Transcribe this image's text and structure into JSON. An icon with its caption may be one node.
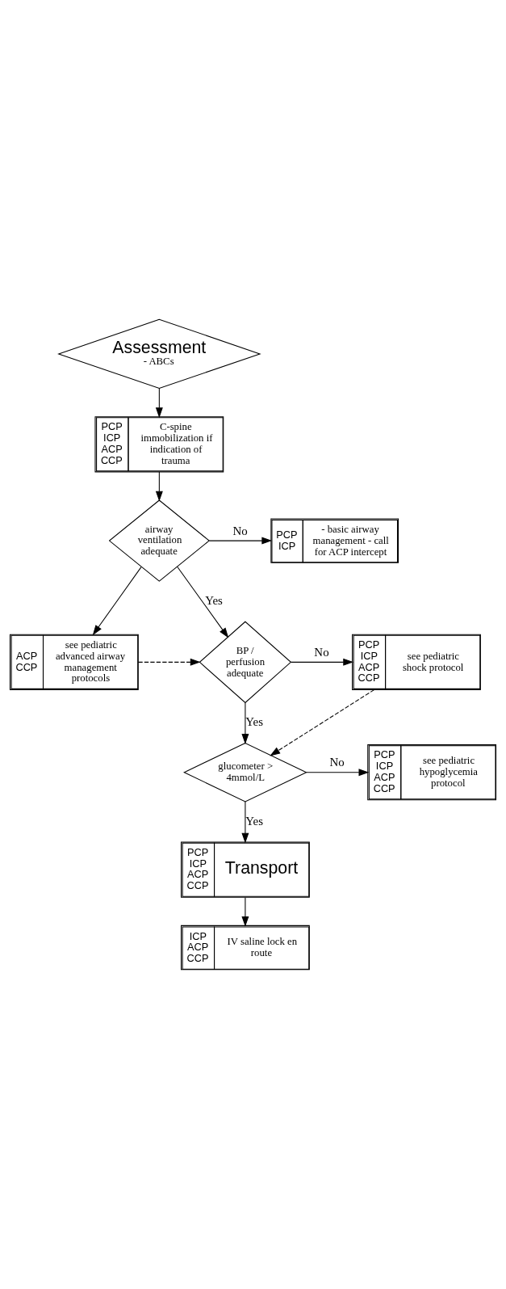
{
  "diagram": {
    "nodes": [
      {
        "text": [
          "Assessment",
          "- ABCs"
        ]
      },
      {
        "text": [
          "PCP ICP ACP CCP",
          "C-spine immobilization if indication of trauma"
        ]
      },
      {
        "text": [
          "airway ventilation adequate"
        ]
      },
      {
        "text": [
          "PCP ICP",
          "- basic airway management - call for ACP intercept"
        ]
      },
      {
        "text": [
          "ACP CCP",
          "see pediatric advanced airway management protocols"
        ]
      },
      {
        "text": [
          "BP / perfusion adequate"
        ]
      },
      {
        "text": [
          "PCP ICP ACP CCP",
          "see pediatric shock protocol"
        ]
      },
      {
        "text": [
          "glucometer > 4mmol/L"
        ]
      },
      {
        "text": [
          "PCP ICP ACP CCP",
          "see pediatric hypoglycemia protocol"
        ]
      },
      {
        "text": [
          "PCP ICP ACP CCP",
          "Transport"
        ]
      },
      {
        "text": [
          "ICP ACP CCP",
          "IV saline lock en route"
        ]
      }
    ],
    "edges": [
      {
        "from": 0,
        "to": 1,
        "arrow": "to"
      },
      {
        "from": 1,
        "to": 2,
        "arrow": "to"
      },
      {
        "from": 2,
        "to": 3,
        "arrow": "to",
        "label": "No"
      },
      {
        "from": 2,
        "to": 4,
        "arrow": "to"
      },
      {
        "from": 2,
        "to": 5,
        "arrow": "to",
        "label": "Yes"
      },
      {
        "from": 4,
        "to": 5,
        "arrow": "to",
        "style": "dashed"
      },
      {
        "from": 5,
        "to": 6,
        "arrow": "to",
        "label": "No"
      },
      {
        "from": 5,
        "to": 7,
        "arrow": "to",
        "label": "Yes"
      },
      {
        "from": 6,
        "to": 7,
        "arrow": "to",
        "style": "dashed"
      },
      {
        "from": 7,
        "to": 8,
        "arrow": "to",
        "label": "No"
      },
      {
        "from": 7,
        "to": 9,
        "arrow": "to",
        "label": "Yes"
      },
      {
        "from": 9,
        "to": 10,
        "arrow": "to"
      }
    ]
  }
}
